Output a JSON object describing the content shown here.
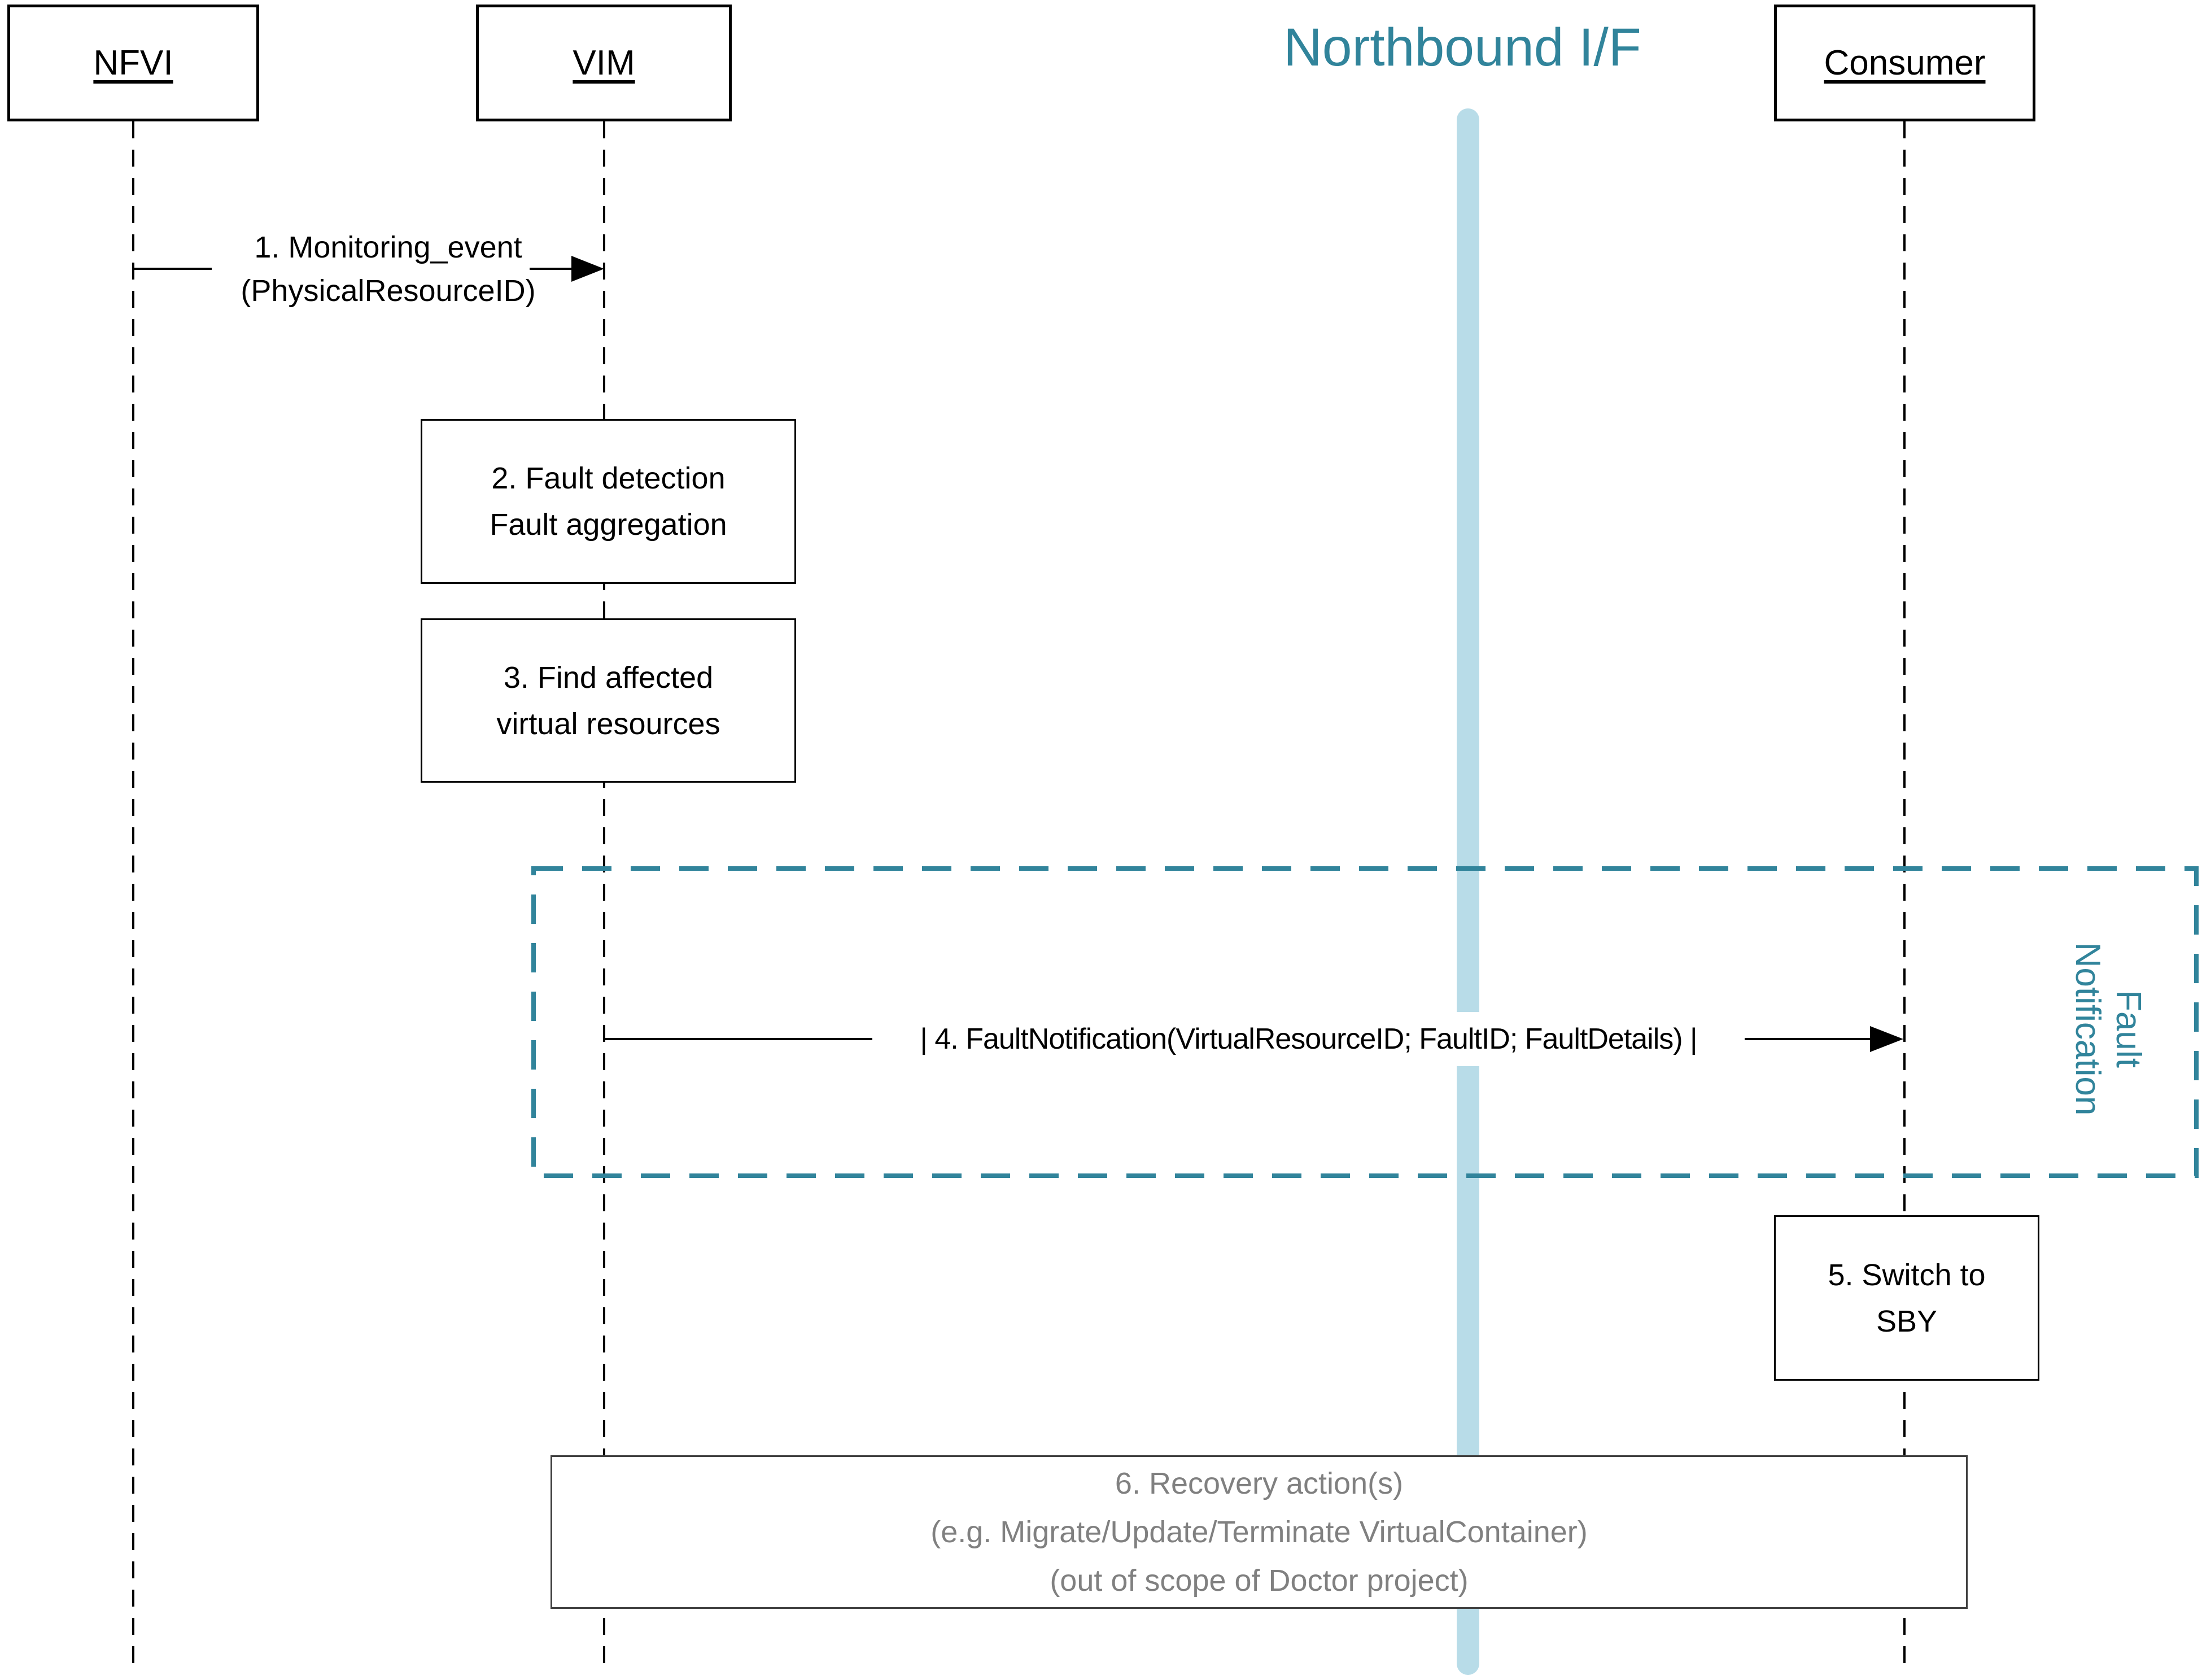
{
  "diagram": {
    "title": "Northbound I/F",
    "participants": {
      "nfvi": {
        "label": "NFVI"
      },
      "vim": {
        "label": "VIM"
      },
      "consumer": {
        "label": "Consumer"
      }
    },
    "messages": {
      "msg1": {
        "line1": "1. Monitoring_event",
        "line2": "(PhysicalResourceID)"
      },
      "msg4": {
        "label": "| 4. FaultNotification(VirtualResourceID; FaultID; FaultDetails) |"
      }
    },
    "activities": {
      "box2": {
        "line1": "2. Fault detection",
        "line2": "Fault aggregation"
      },
      "box3": {
        "line1": "3. Find affected",
        "line2": "virtual resources"
      },
      "box5": {
        "line1": "5. Switch to",
        "line2": "SBY"
      },
      "box6": {
        "line1": "6. Recovery action(s)",
        "line2": "(e.g. Migrate/Update/Terminate VirtualContainer)",
        "line3": "(out of scope of Doctor project)"
      }
    },
    "group": {
      "line1": "Fault",
      "line2": "Notification"
    },
    "colors": {
      "teal": "#31849b",
      "band": "#b8dce8",
      "gray_text": "#808080",
      "line_black": "#000000"
    }
  }
}
